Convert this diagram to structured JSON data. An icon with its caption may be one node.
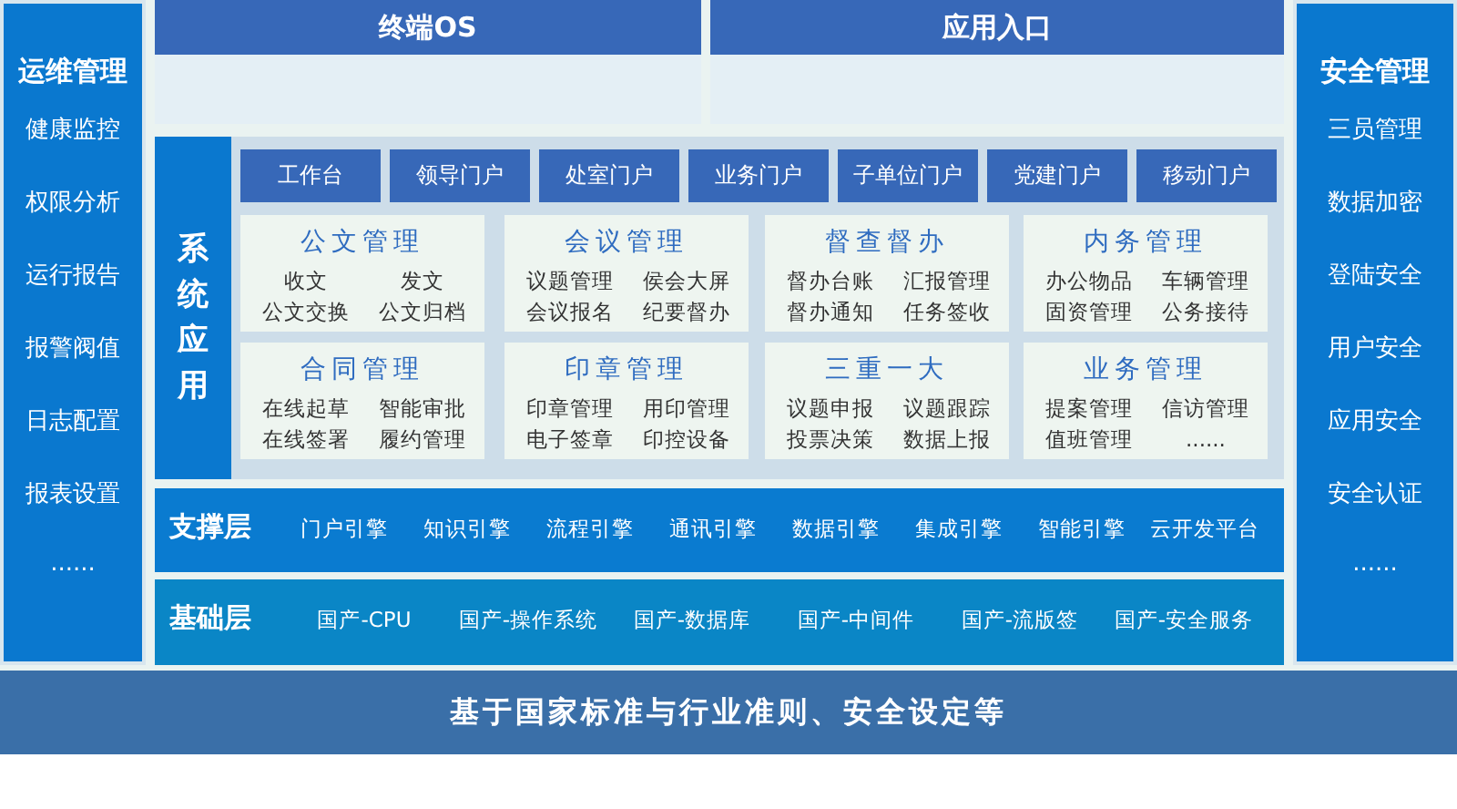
{
  "diagram": {
    "nodes": [
      {
        "text": [
          "运维管理",
          "健康监控",
          "权限分析",
          "运行报告",
          "报警阀值",
          "日志配置",
          "报表设置",
          "......"
        ]
      },
      {
        "text": [
          "终端OS"
        ]
      },
      {
        "text": [
          "应用入口"
        ]
      },
      {
        "text": [
          "系统应用"
        ]
      },
      {
        "text": [
          "工作台"
        ],
        "in": 3
      },
      {
        "text": [
          "领导门户"
        ],
        "in": 3
      },
      {
        "text": [
          "处室门户"
        ],
        "in": 3
      },
      {
        "text": [
          "业务门户"
        ],
        "in": 3
      },
      {
        "text": [
          "子单位门户"
        ],
        "in": 3
      },
      {
        "text": [
          "党建门户"
        ],
        "in": 3
      },
      {
        "text": [
          "移动门户"
        ],
        "in": 3
      },
      {
        "text": [
          "公文管理",
          "收文",
          "发文",
          "公文交换",
          "公文归档"
        ],
        "in": 3
      },
      {
        "text": [
          "会议管理",
          "议题管理",
          "侯会大屏",
          "会议报名",
          "纪要督办"
        ],
        "in": 3
      },
      {
        "text": [
          "督查督办",
          "督办台账",
          "汇报管理",
          "督办通知",
          "任务签收"
        ],
        "in": 3
      },
      {
        "text": [
          "内务管理",
          "办公物品",
          "车辆管理",
          "固资管理",
          "公务接待"
        ],
        "in": 3
      },
      {
        "text": [
          "合同管理",
          "在线起草",
          "智能审批",
          "在线签署",
          "履约管理"
        ],
        "in": 3
      },
      {
        "text": [
          "印章管理",
          "印章管理",
          "用印管理",
          "电子签章",
          "印控设备"
        ],
        "in": 3
      },
      {
        "text": [
          "三重一大",
          "议题申报",
          "议题跟踪",
          "投票决策",
          "数据上报"
        ],
        "in": 3
      },
      {
        "text": [
          "业务管理",
          "提案管理",
          "信访管理",
          "值班管理",
          "......"
        ],
        "in": 3
      },
      {
        "text": [
          "支撑层",
          "门户引擎",
          "知识引擎",
          "流程引擎",
          "通讯引擎",
          "数据引擎",
          "集成引擎",
          "智能引擎",
          "云开发平台"
        ]
      },
      {
        "text": [
          "基础层",
          "国产-CPU",
          "国产-操作系统",
          "国产-数据库",
          "国产-中间件",
          "国产-流版签",
          "国产-安全服务"
        ]
      },
      {
        "text": [
          "安全管理",
          "三员管理",
          "数据加密",
          "登陆安全",
          "用户安全",
          "应用安全",
          "安全认证",
          "......"
        ]
      },
      {
        "text": [
          "基于国家标准与行业准则、安全设定等"
        ]
      }
    ]
  }
}
